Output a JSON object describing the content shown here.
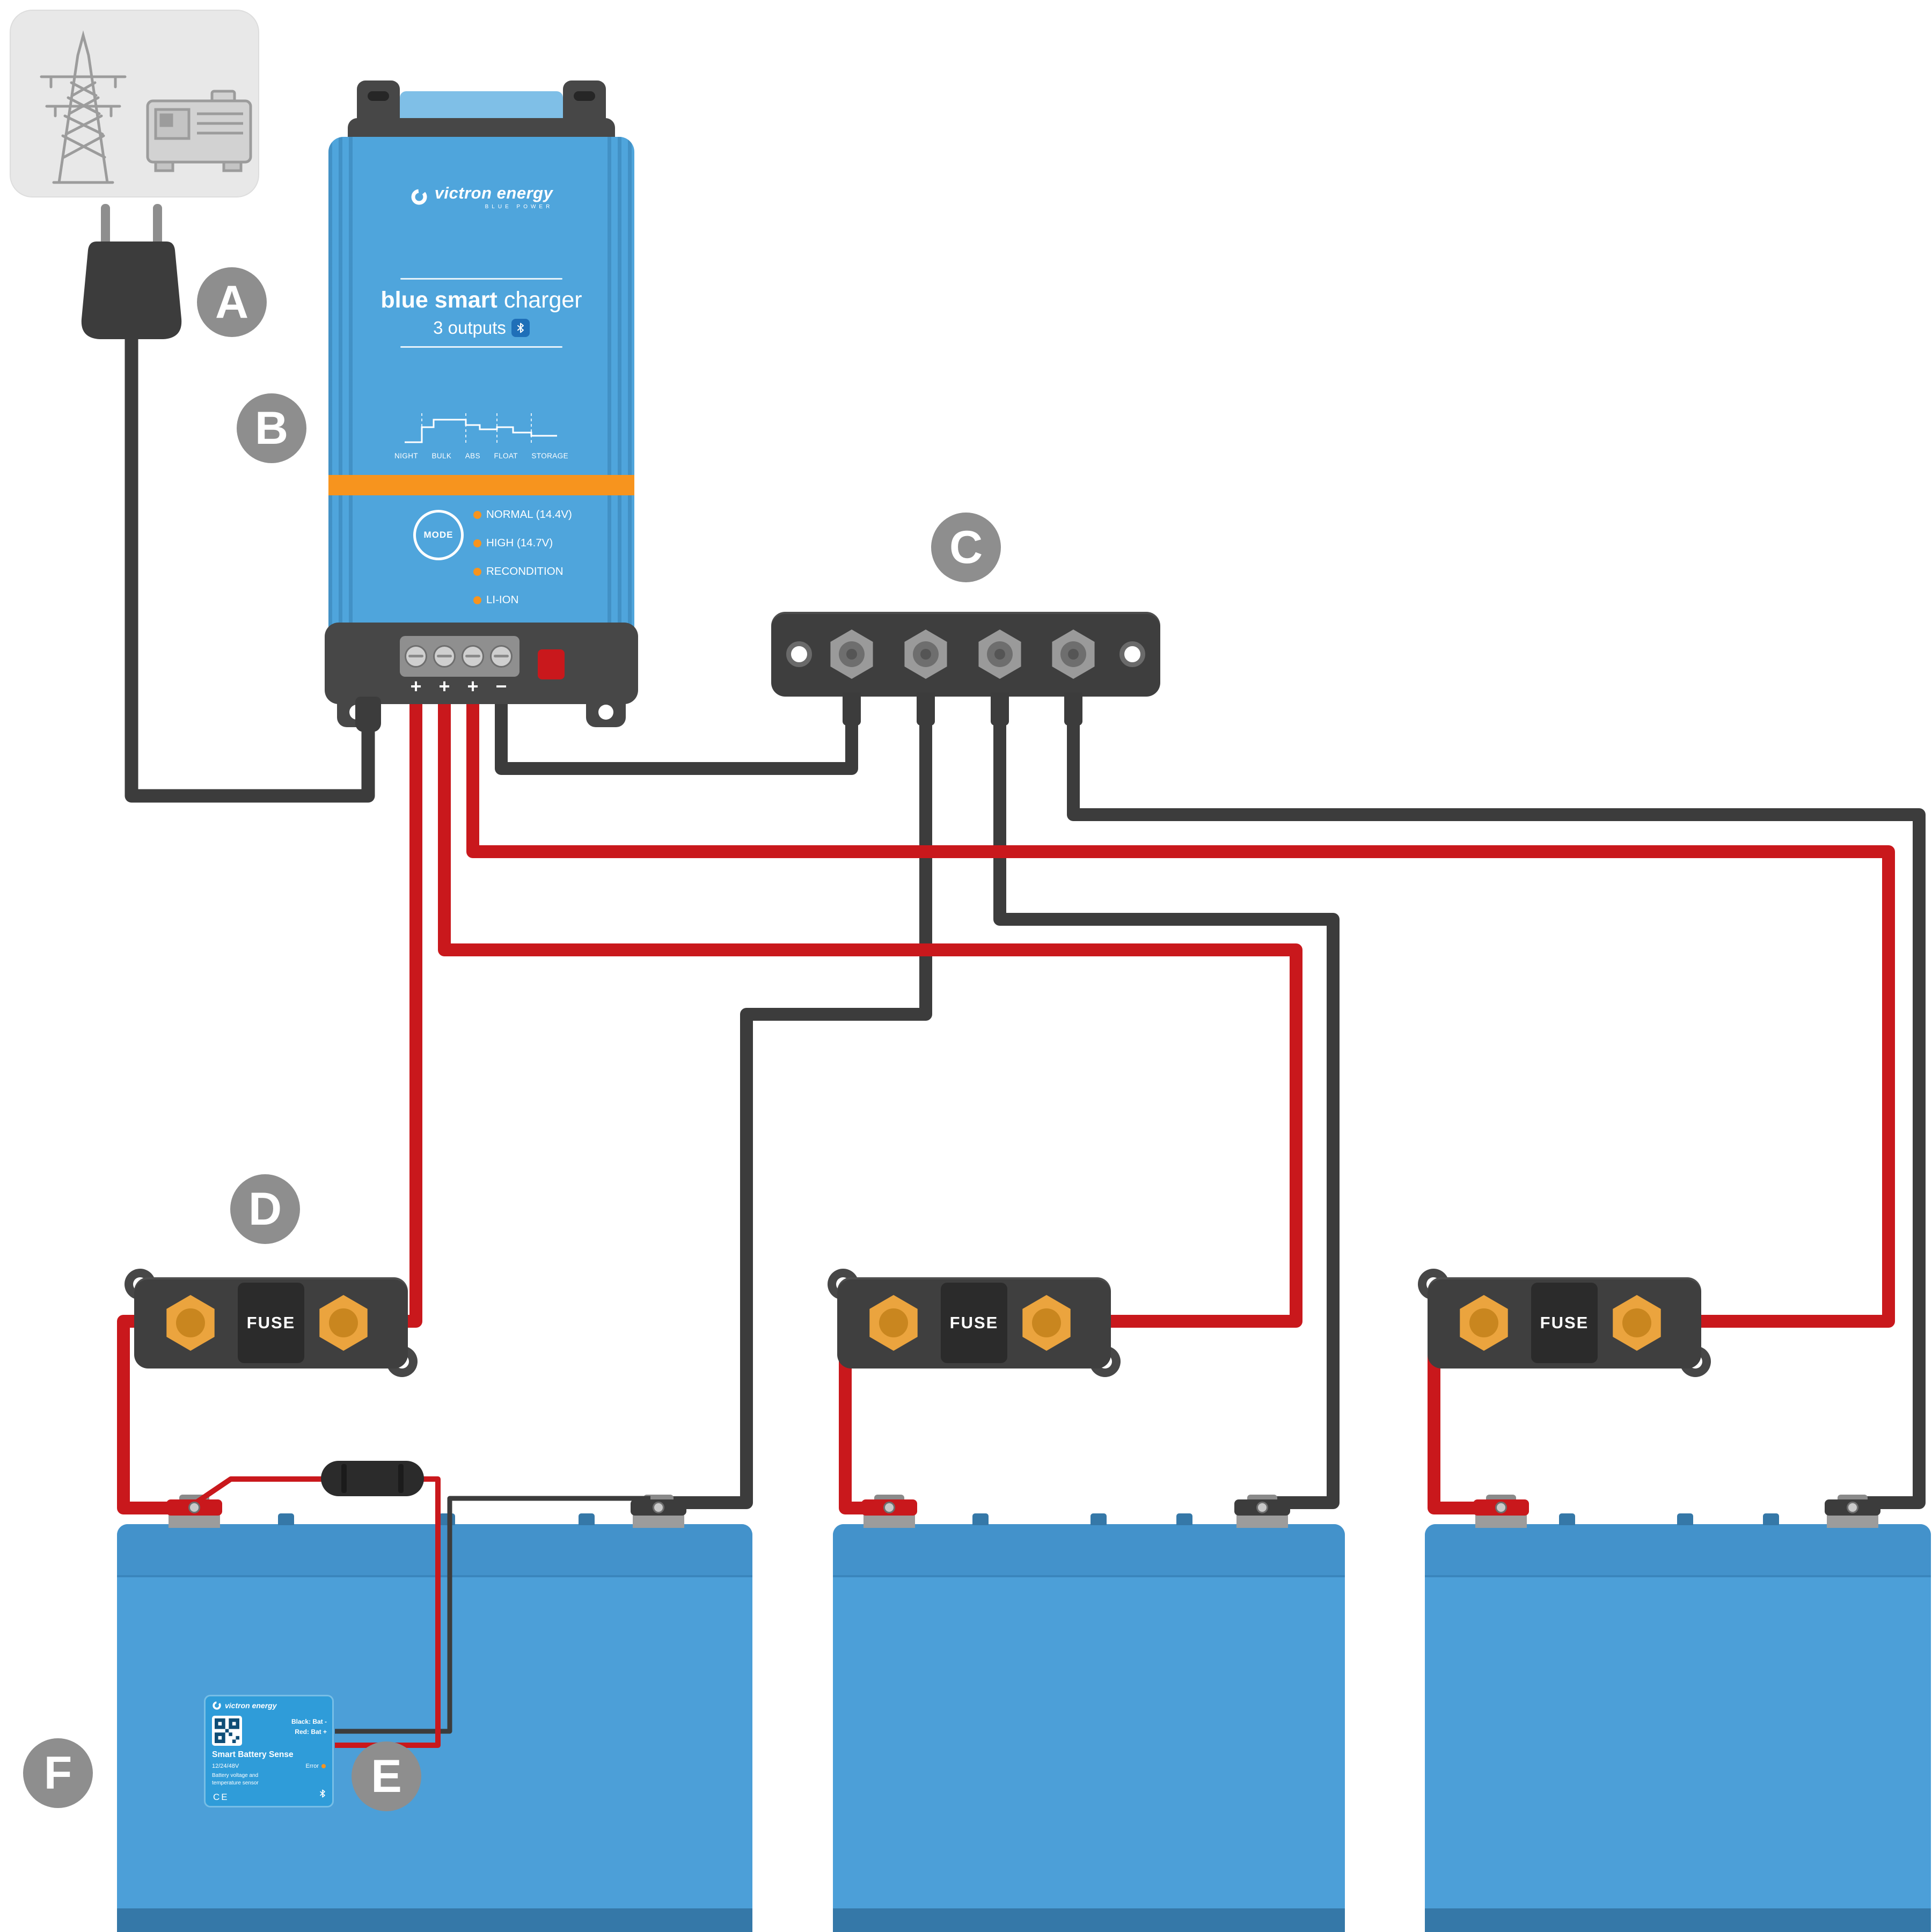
{
  "callouts": {
    "a": "A",
    "b": "B",
    "c": "C",
    "d": "D",
    "e": "E",
    "f": "F"
  },
  "charger": {
    "brand": "victron energy",
    "brand_tagline": "BLUE POWER",
    "product_bold": "blue smart",
    "product_regular": "charger",
    "outputs_label": "3 outputs",
    "mode_button": "MODE",
    "stages": [
      "NIGHT",
      "BULK",
      "ABS",
      "FLOAT",
      "STORAGE"
    ],
    "leds": [
      "NORMAL (14.4V)",
      "HIGH (14.7V)",
      "RECONDITION",
      "LI-ION"
    ],
    "terminals": [
      "+",
      "+",
      "+",
      "−"
    ]
  },
  "fuse": {
    "label": "FUSE"
  },
  "battery_sense": {
    "brand": "victron energy",
    "title": "Smart Battery Sense",
    "voltage": "12/24/48V",
    "description": "Battery voltage and temperature sensor",
    "wire_black_label": "Black:  Bat -",
    "wire_red_label": "Red:  Bat +",
    "error_label": "Error",
    "ce_mark": "CE"
  },
  "colors": {
    "wire_red": "#C9181C",
    "wire_black": "#3C3C3C",
    "charger_blue": "#4FA5DC",
    "accent_orange": "#F7941E",
    "battery_blue": "#4C9FD8",
    "busbar_grey": "#3E3E3E",
    "callout_grey": "#8E8E8E"
  }
}
